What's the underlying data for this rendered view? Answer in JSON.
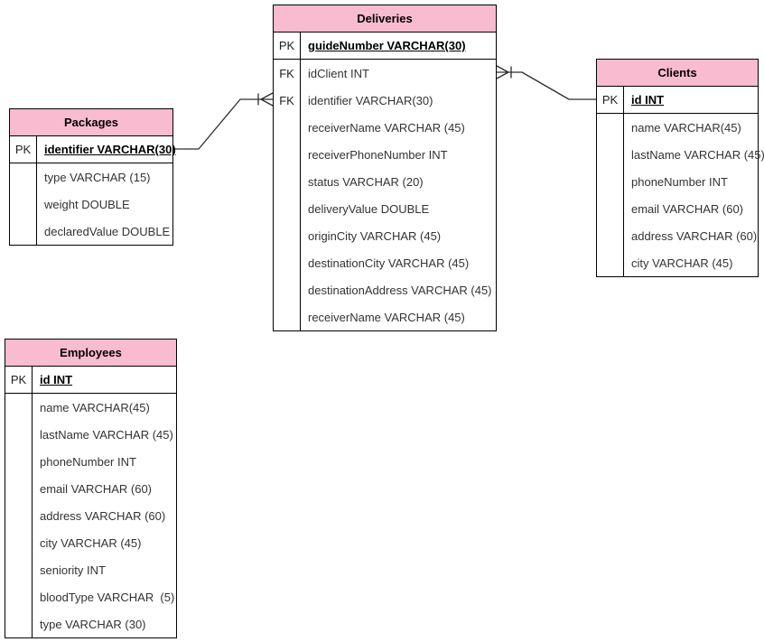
{
  "diagram": {
    "kind": "entity-relationship-diagram",
    "colors": {
      "header_fill": "#f8bbd0",
      "border": "#000000",
      "connector": "#2d2d2d",
      "attribute_text": "#333333"
    },
    "entities": [
      {
        "key": "deliveries",
        "title": "Deliveries",
        "rows": [
          {
            "tag": "PK",
            "text": "guideNumber VARCHAR(30)",
            "is_key": true
          },
          {
            "tag": "FK",
            "text": "idClient INT",
            "is_key": false
          },
          {
            "tag": "FK",
            "text": "identifier VARCHAR(30)",
            "is_key": false
          },
          {
            "tag": "",
            "text": "receiverName VARCHAR (45)",
            "is_key": false
          },
          {
            "tag": "",
            "text": "receiverPhoneNumber INT",
            "is_key": false
          },
          {
            "tag": "",
            "text": "status VARCHAR (20)",
            "is_key": false
          },
          {
            "tag": "",
            "text": "deliveryValue DOUBLE",
            "is_key": false
          },
          {
            "tag": "",
            "text": "originCity VARCHAR (45)",
            "is_key": false
          },
          {
            "tag": "",
            "text": "destinationCity VARCHAR (45)",
            "is_key": false
          },
          {
            "tag": "",
            "text": "destinationAddress VARCHAR (45)",
            "is_key": false
          },
          {
            "tag": "",
            "text": "receiverName VARCHAR (45)",
            "is_key": false
          }
        ]
      },
      {
        "key": "clients",
        "title": "Clients",
        "rows": [
          {
            "tag": "PK",
            "text": "id INT",
            "is_key": true
          },
          {
            "tag": "",
            "text": "name VARCHAR(45)",
            "is_key": false
          },
          {
            "tag": "",
            "text": "lastName VARCHAR (45)",
            "is_key": false
          },
          {
            "tag": "",
            "text": "phoneNumber INT",
            "is_key": false
          },
          {
            "tag": "",
            "text": "email VARCHAR (60)",
            "is_key": false
          },
          {
            "tag": "",
            "text": "address VARCHAR (60)",
            "is_key": false
          },
          {
            "tag": "",
            "text": "city VARCHAR (45)",
            "is_key": false
          }
        ]
      },
      {
        "key": "packages",
        "title": "Packages",
        "rows": [
          {
            "tag": "PK",
            "text": "identifier VARCHAR(30)",
            "is_key": true
          },
          {
            "tag": "",
            "text": "type VARCHAR (15)",
            "is_key": false
          },
          {
            "tag": "",
            "text": "weight DOUBLE",
            "is_key": false
          },
          {
            "tag": "",
            "text": "declaredValue DOUBLE",
            "is_key": false
          }
        ]
      },
      {
        "key": "employees",
        "title": "Employees",
        "rows": [
          {
            "tag": "PK",
            "text": "id INT",
            "is_key": true
          },
          {
            "tag": "",
            "text": "name VARCHAR(45)",
            "is_key": false
          },
          {
            "tag": "",
            "text": "lastName VARCHAR (45)",
            "is_key": false
          },
          {
            "tag": "",
            "text": "phoneNumber INT",
            "is_key": false
          },
          {
            "tag": "",
            "text": "email VARCHAR (60)",
            "is_key": false
          },
          {
            "tag": "",
            "text": "address VARCHAR (60)",
            "is_key": false
          },
          {
            "tag": "",
            "text": "city VARCHAR (45)",
            "is_key": false
          },
          {
            "tag": "",
            "text": "seniority INT",
            "is_key": false
          },
          {
            "tag": "",
            "text": "bloodType VARCHAR  (5)",
            "is_key": false
          },
          {
            "tag": "",
            "text": "type VARCHAR (30)",
            "is_key": false
          }
        ]
      }
    ],
    "relations": [
      {
        "from": "Packages.identifier",
        "to": "Deliveries.identifier",
        "many_end": "Deliveries",
        "notation": "crow-foot-with-bar"
      },
      {
        "from": "Clients.id",
        "to": "Deliveries.idClient",
        "many_end": "Deliveries",
        "notation": "crow-foot-with-bar"
      }
    ]
  }
}
